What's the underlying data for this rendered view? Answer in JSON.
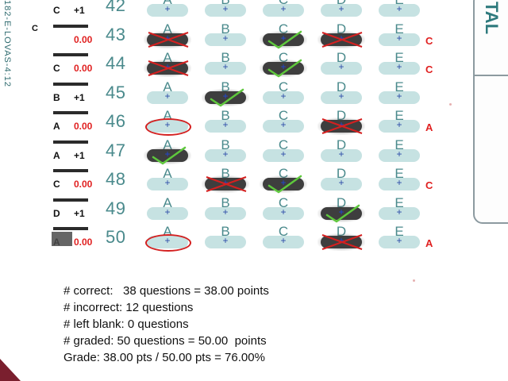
{
  "sheet": {
    "side_id": "182-E-LOVAS-4:12",
    "corner_letter": "C",
    "right_panel_label": "TAL"
  },
  "choices": [
    "A",
    "B",
    "C",
    "D",
    "E"
  ],
  "rows": [
    {
      "q": "42",
      "result_letter": "C",
      "result_points": "+1",
      "answer_marks": [
        "",
        "",
        "",
        "",
        ""
      ],
      "verdict": ""
    },
    {
      "q": "43",
      "result_letter": "",
      "result_points": "0.00",
      "answer_marks": [
        "cross",
        "",
        "check",
        "cross",
        ""
      ],
      "verdict": "C"
    },
    {
      "q": "44",
      "result_letter": "C",
      "result_points": "0.00",
      "answer_marks": [
        "cross",
        "",
        "check",
        "",
        ""
      ],
      "verdict": "C"
    },
    {
      "q": "45",
      "result_letter": "B",
      "result_points": "+1",
      "answer_marks": [
        "",
        "check",
        "",
        "",
        ""
      ],
      "verdict": ""
    },
    {
      "q": "46",
      "result_letter": "A",
      "result_points": "0.00",
      "answer_marks": [
        "circle",
        "",
        "",
        "cross",
        ""
      ],
      "verdict": "A"
    },
    {
      "q": "47",
      "result_letter": "A",
      "result_points": "+1",
      "answer_marks": [
        "check",
        "",
        "",
        "",
        ""
      ],
      "verdict": ""
    },
    {
      "q": "48",
      "result_letter": "C",
      "result_points": "0.00",
      "answer_marks": [
        "",
        "cross",
        "check",
        "",
        ""
      ],
      "verdict": "C"
    },
    {
      "q": "49",
      "result_letter": "D",
      "result_points": "+1",
      "answer_marks": [
        "",
        "",
        "",
        "check",
        ""
      ],
      "verdict": ""
    },
    {
      "q": "50",
      "result_letter": "A",
      "result_points": "0.00",
      "answer_marks": [
        "circle",
        "",
        "",
        "cross",
        ""
      ],
      "verdict": "A"
    }
  ],
  "summary": {
    "correct": "# correct:   38 questions = 38.00 points",
    "incorrect": "# incorrect: 12 questions",
    "blank": "# left blank: 0 questions",
    "graded": "# graded: 50 questions = 50.00  points",
    "grade": "Grade: 38.00 pts / 50.00 pts = 76.00%"
  },
  "colors": {
    "bubble": "#c6e2e2",
    "printed_text": "#4a8a8c",
    "wrong_mark": "#d42020",
    "correct_mark": "#5ec83c",
    "pencil": "#3e3e3e"
  }
}
